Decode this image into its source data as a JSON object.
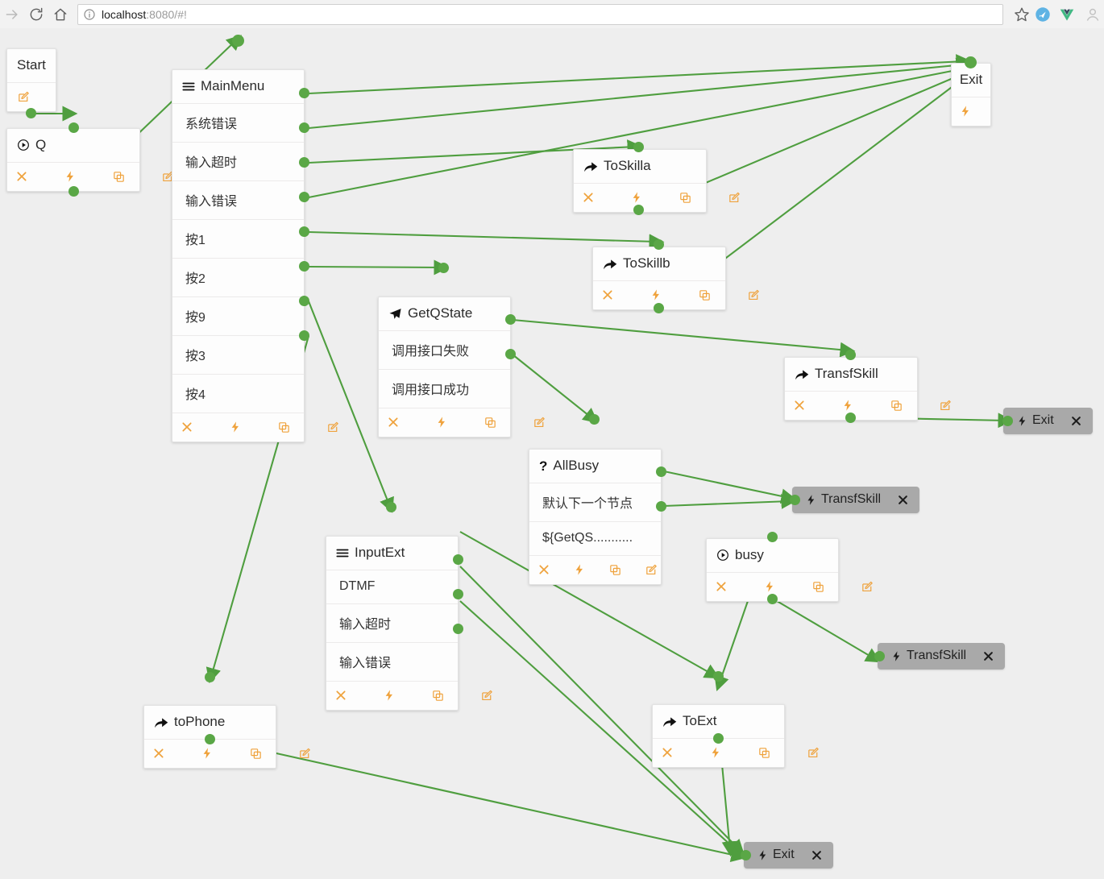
{
  "browser": {
    "forward_icon": "forward-arrow-icon",
    "reload_icon": "reload-icon",
    "home_icon": "home-icon",
    "security_icon": "info-circle-icon",
    "url_host": "localhost",
    "url_rest": ":8080/#!",
    "star_icon": "bookmark-star-icon",
    "extension_1_icon": "blue-circle-extension-icon",
    "extension_2_icon": "vue-devtools-icon",
    "avatar_icon": "profile-avatar-icon"
  },
  "palette": {
    "port_green": "#5aa746",
    "edge_green": "#4f9e3f",
    "footer_orange": "#efa23c",
    "pill_gray": "#a9a9a9",
    "canvas_bg": "#eeeeee",
    "node_bg": "#fdfdfd"
  },
  "footer_actions": [
    {
      "name": "delete-icon",
      "label": "x"
    },
    {
      "name": "bolt-icon",
      "label": "bolt"
    },
    {
      "name": "copy-icon",
      "label": "copy"
    },
    {
      "name": "edit-icon",
      "label": "edit"
    }
  ],
  "nodes": [
    {
      "id": "start",
      "title": "Start",
      "title_icon": null,
      "rows": [],
      "footer": [
        "edit-icon"
      ]
    },
    {
      "id": "q",
      "title": "Q",
      "title_icon": "play-circle-icon",
      "rows": [],
      "footer": [
        "delete-icon",
        "bolt-icon",
        "copy-icon",
        "edit-icon"
      ]
    },
    {
      "id": "mainmenu",
      "title": "MainMenu",
      "title_icon": "menu-bars-icon",
      "rows": [
        "系统错误",
        "输入超时",
        "输入错误",
        "按1",
        "按2",
        "按9",
        "按3",
        "按4"
      ],
      "footer": [
        "delete-icon",
        "bolt-icon",
        "copy-icon",
        "edit-icon"
      ]
    },
    {
      "id": "toskilla",
      "title": "ToSkilla",
      "title_icon": "share-arrow-icon",
      "rows": [],
      "footer": [
        "delete-icon",
        "bolt-icon",
        "copy-icon",
        "edit-icon"
      ]
    },
    {
      "id": "toskillb",
      "title": "ToSkillb",
      "title_icon": "share-arrow-icon",
      "rows": [],
      "footer": [
        "delete-icon",
        "bolt-icon",
        "copy-icon",
        "edit-icon"
      ]
    },
    {
      "id": "getqstate",
      "title": "GetQState",
      "title_icon": "paper-plane-icon",
      "rows": [
        "调用接口失败",
        "调用接口成功"
      ],
      "footer": [
        "delete-icon",
        "bolt-icon",
        "copy-icon",
        "edit-icon"
      ]
    },
    {
      "id": "allbusy",
      "title": "AllBusy",
      "title_icon": "question-mark-icon",
      "rows": [
        "默认下一个节点",
        "${GetQS..........."
      ],
      "footer": [
        "delete-icon",
        "bolt-icon",
        "copy-icon",
        "edit-icon"
      ]
    },
    {
      "id": "transfskill",
      "title": "TransfSkill",
      "title_icon": "share-arrow-icon",
      "rows": [],
      "footer": [
        "delete-icon",
        "bolt-icon",
        "copy-icon",
        "edit-icon"
      ]
    },
    {
      "id": "inputext",
      "title": "InputExt",
      "title_icon": "menu-bars-icon",
      "rows": [
        "DTMF",
        "输入超时",
        "输入错误"
      ],
      "footer": [
        "delete-icon",
        "bolt-icon",
        "copy-icon",
        "edit-icon"
      ]
    },
    {
      "id": "busy",
      "title": "busy",
      "title_icon": "play-circle-icon",
      "rows": [],
      "footer": [
        "delete-icon",
        "bolt-icon",
        "copy-icon",
        "edit-icon"
      ]
    },
    {
      "id": "tophone",
      "title": "toPhone",
      "title_icon": "share-arrow-icon",
      "rows": [],
      "footer": [
        "delete-icon",
        "bolt-icon",
        "copy-icon",
        "edit-icon"
      ]
    },
    {
      "id": "toext",
      "title": "ToExt",
      "title_icon": "share-arrow-icon",
      "rows": [],
      "footer": [
        "delete-icon",
        "bolt-icon",
        "copy-icon",
        "edit-icon"
      ]
    },
    {
      "id": "exit-top",
      "title": "Exit",
      "title_icon": null,
      "rows": [],
      "footer": [
        "bolt-icon"
      ]
    }
  ],
  "pill_nodes": [
    {
      "id": "pill-exit-right",
      "label": "Exit",
      "icon": "bolt-icon",
      "close_icon": "close-icon"
    },
    {
      "id": "pill-transfskill-mid",
      "label": "TransfSkill",
      "icon": "bolt-icon",
      "close_icon": "close-icon"
    },
    {
      "id": "pill-transfskill-low",
      "label": "TransfSkill",
      "icon": "bolt-icon",
      "close_icon": "close-icon"
    },
    {
      "id": "pill-exit-bottom",
      "label": "Exit",
      "icon": "bolt-icon",
      "close_icon": "close-icon"
    }
  ]
}
